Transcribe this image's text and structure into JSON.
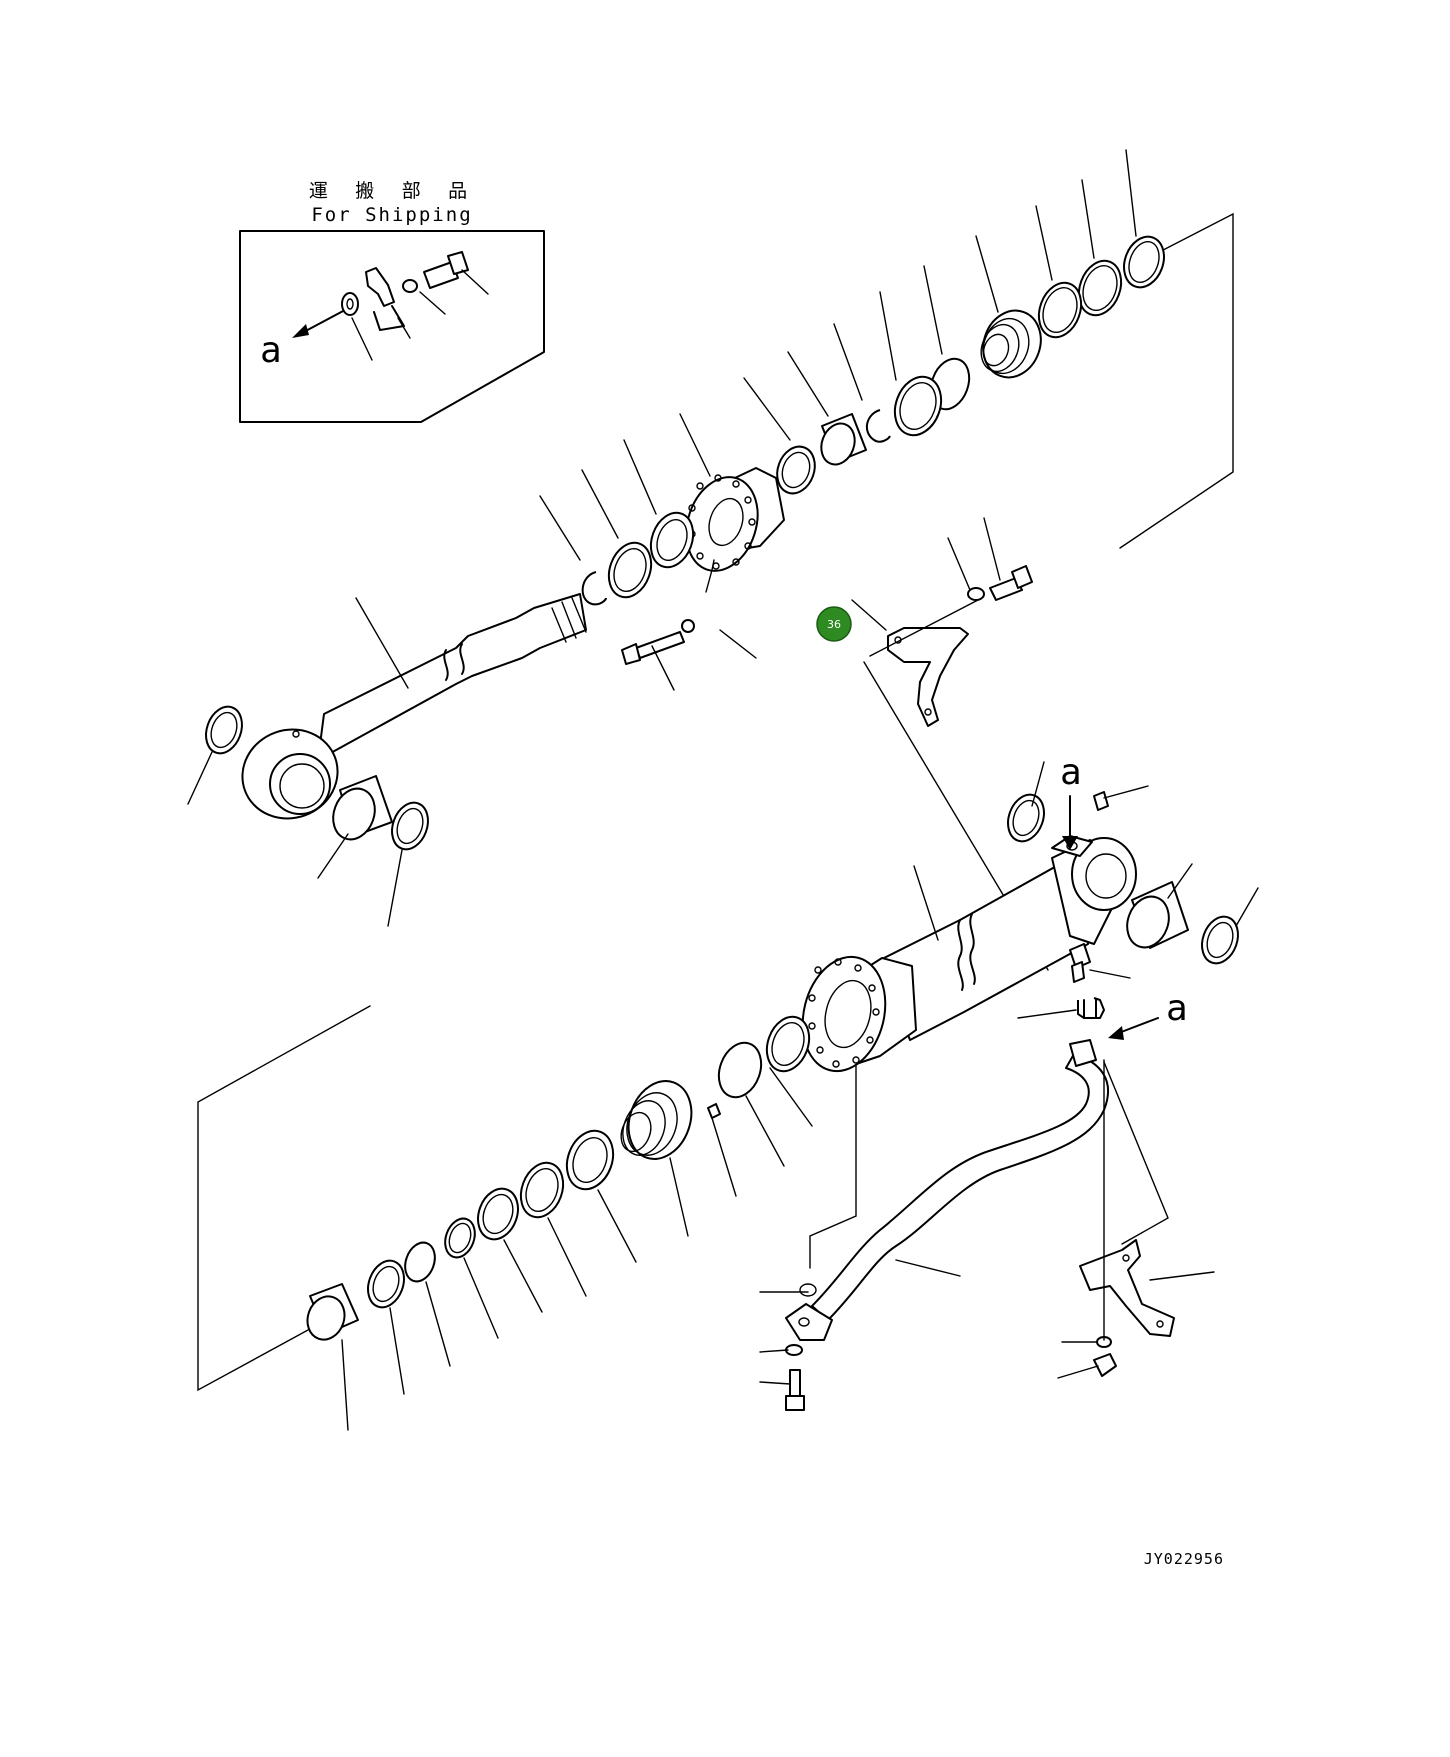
{
  "shipping_box": {
    "title_jp": "運 搬 部 品",
    "title_en": "For Shipping",
    "ref_letter": "a"
  },
  "view_refs": [
    "a",
    "a"
  ],
  "callout": {
    "number": "36",
    "color": "#2e8b22"
  },
  "drawing_code": "JY022956"
}
